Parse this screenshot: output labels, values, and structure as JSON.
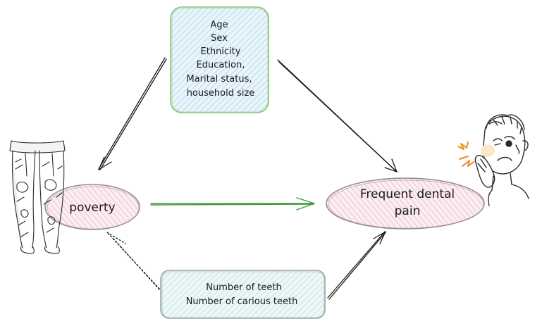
{
  "confounders": {
    "lines": [
      "Age",
      "Sex",
      "Ethnicity",
      "Education,",
      "Marital status,",
      "household size"
    ]
  },
  "exposure": {
    "label": "poverty"
  },
  "outcome": {
    "line1": "Frequent dental",
    "line2": "pain"
  },
  "mediators": {
    "line1": "Number of teeth",
    "line2": "Number of carious teeth"
  },
  "colors": {
    "confounder_fill": "#c9e4f2",
    "confounder_stroke": "#8fc47a",
    "ellipse_fill": "#f3d6e0",
    "ellipse_stroke": "#9a8a8f",
    "mediator_fill": "#cde8ef",
    "mediator_stroke": "#9aa5a8",
    "main_arrow": "#3a9a3a",
    "arrow": "#1a1a1a",
    "pain_burst": "#f08a1c"
  },
  "icons": {
    "exposure_figure": "person-legs-torn-pants-icon",
    "outcome_figure": "person-toothache-icon"
  }
}
